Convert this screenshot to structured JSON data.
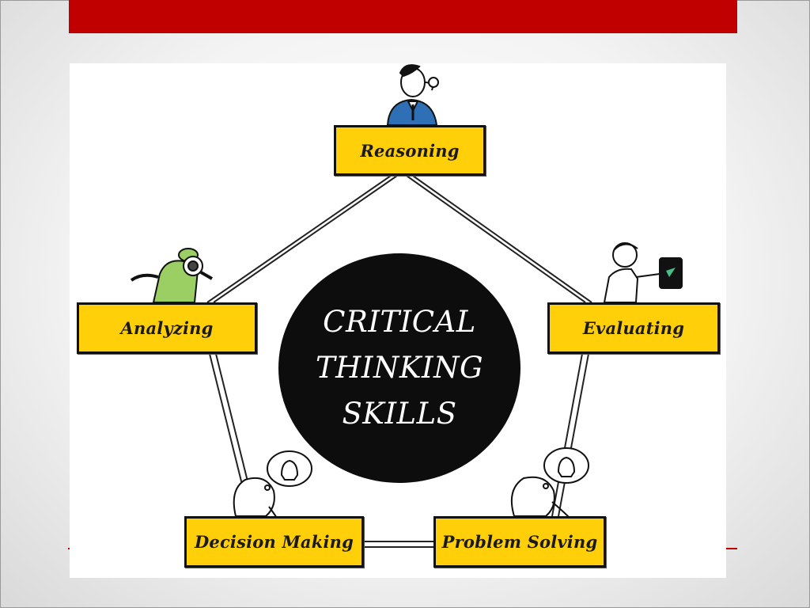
{
  "diagram": {
    "center": {
      "lines": [
        "CRITICAL",
        "THINKING",
        "SKILLS"
      ]
    },
    "nodes": [
      {
        "id": "reasoning",
        "label": "Reasoning"
      },
      {
        "id": "analyzing",
        "label": "Analyzing"
      },
      {
        "id": "evaluating",
        "label": "Evaluating"
      },
      {
        "id": "decision-making",
        "label": "Decision Making"
      },
      {
        "id": "problem-solving",
        "label": "Problem Solving"
      }
    ],
    "colors": {
      "node_fill": "#ffcf0a",
      "center_fill": "#0d0d0d",
      "accent_bar": "#c00000"
    },
    "illustrations": [
      "thinking-man-icon",
      "detective-magnifier-icon",
      "person-with-tablet-icon",
      "thinking-head-lightbulb-icon",
      "thinking-head-lightbulb-icon"
    ]
  }
}
